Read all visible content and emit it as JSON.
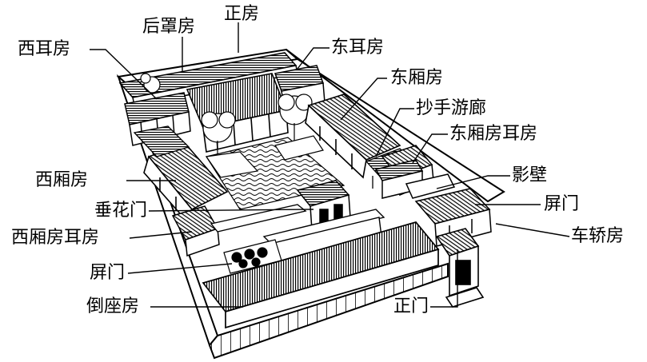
{
  "labels": {
    "xi_er_fang": "西耳房",
    "hou_zhao_fang": "后罩房",
    "zheng_fang": "正房",
    "dong_er_fang": "东耳房",
    "dong_xiang_fang": "东厢房",
    "chao_shou_you_lang": "抄手游廊",
    "dong_xiang_fang_er_fang": "东厢房耳房",
    "xi_xiang_fang": "西厢房",
    "ying_bi": "影壁",
    "chui_hua_men": "垂花门",
    "ping_men_right": "屏门",
    "xi_xiang_fang_er_fang": "西厢房耳房",
    "che_jiao_fang": "车轿房",
    "ping_men_left": "屏门",
    "dao_zuo_fang": "倒座房",
    "zheng_men": "正门"
  },
  "colors": {
    "ink": "#000000",
    "paper": "#ffffff",
    "courtyard": "#ffffff"
  }
}
